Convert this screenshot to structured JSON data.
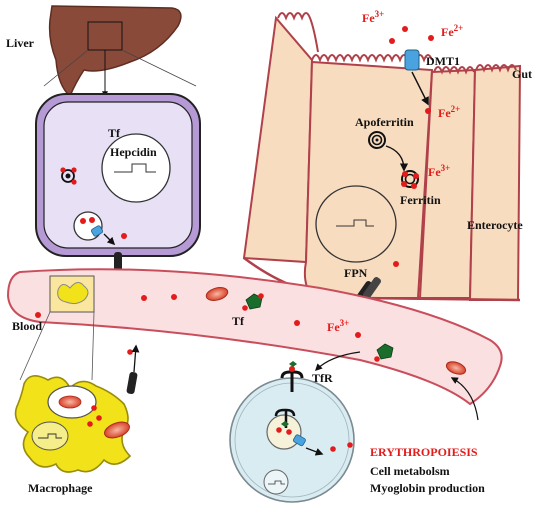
{
  "labels": {
    "liver": "Liver",
    "gut": "Gut",
    "blood": "Blood",
    "macrophage": "Macrophage",
    "enterocyte": "Enterocyte",
    "tf_hepatocyte": "Tf",
    "hepcidin": "Hepcidin",
    "apoferritin": "Apoferritin",
    "ferritin": "Ferritin",
    "dmt1": "DMT1",
    "fpn": "FPN",
    "tf_blood": "Tf",
    "tfr": "TfR",
    "erythropoiesis": "ERYTHROPOIESIS",
    "cell_metabolism": "Cell metabolsm",
    "myoglobin": "Myoglobin production"
  },
  "ions": {
    "fe3_base": "Fe",
    "fe3_charge": "3+",
    "fe2_base": "Fe",
    "fe2_charge": "2+"
  },
  "colors": {
    "iron": "#e31b1b",
    "liver": "#8a4a3a",
    "hepatocyte": "#b59ad6",
    "enterocyte": "#f8dcc0",
    "blood_vessel": "#fbe0e2",
    "macrophage": "#f2e21a",
    "erythroblast": "#d9ecf2",
    "transferrin": "#1a6d2b",
    "transporter": "#4aa3df"
  }
}
